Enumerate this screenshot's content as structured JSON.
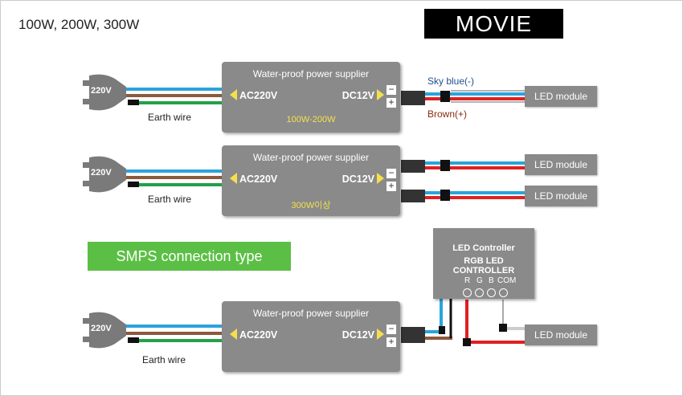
{
  "heading": "100W, 200W, 300W",
  "movie_button": "MOVIE",
  "smps_label": "SMPS connection type",
  "plug_label": "220V",
  "earth_label": "Earth wire",
  "supply_title": "Water-proof power supplier",
  "ac_label": "AC220V",
  "dc_label": "DC12V",
  "minus": "−",
  "plus": "+",
  "rating_1": "100W-200W",
  "rating_2": "300W이상",
  "led_label": "LED module",
  "sky_label": "Sky blue(-)",
  "brown_label": "Brown(+)",
  "controller": {
    "line1": "LED Controller",
    "line2": "RGB LED CONTROLLER",
    "terminals": [
      "R",
      "G",
      "B",
      "COM"
    ]
  },
  "colors": {
    "wire_blue": "#2aa4dc",
    "wire_brown": "#8b5a3c",
    "wire_green": "#24a04a",
    "wire_red": "#e02020",
    "box_gray": "#8a8a8a",
    "arrow_yellow": "#f4e04d",
    "smps_green": "#5bbf45"
  }
}
